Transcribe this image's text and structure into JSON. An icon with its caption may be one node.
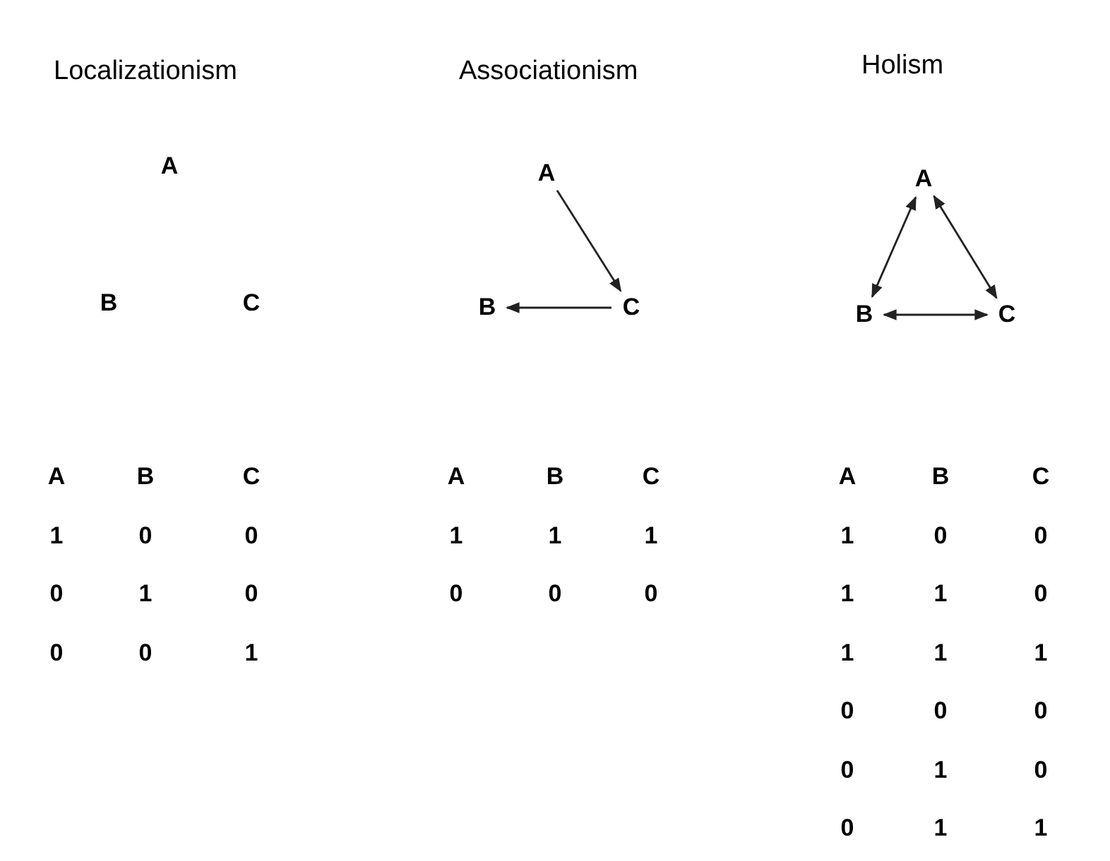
{
  "diagram": {
    "nodes": [
      {
        "text": [
          "A"
        ]
      },
      {
        "text": [
          "B"
        ]
      },
      {
        "text": [
          "C"
        ]
      },
      {
        "text": [
          "A"
        ]
      },
      {
        "text": [
          "B"
        ]
      },
      {
        "text": [
          "C"
        ]
      },
      {
        "text": [
          "A"
        ]
      },
      {
        "text": [
          "B"
        ]
      },
      {
        "text": [
          "C"
        ]
      }
    ],
    "edges": [
      {
        "from": 3,
        "to": 5,
        "arrow": "to"
      },
      {
        "from": 5,
        "to": 4,
        "arrow": "to"
      },
      {
        "from": 6,
        "to": 7,
        "arrow": "both"
      },
      {
        "from": 6,
        "to": 8,
        "arrow": "both"
      },
      {
        "from": 7,
        "to": 8,
        "arrow": "both"
      }
    ],
    "labels": [
      "Localizationism",
      "Associationism",
      "Holism",
      "A",
      "B",
      "C",
      "1",
      "0",
      "0",
      "0",
      "1",
      "0",
      "0",
      "0",
      "1",
      "A",
      "B",
      "C",
      "1",
      "1",
      "1",
      "0",
      "0",
      "0",
      "A",
      "B",
      "C",
      "1",
      "0",
      "0",
      "1",
      "1",
      "0",
      "1",
      "1",
      "1",
      "0",
      "0",
      "0",
      "0",
      "1",
      "0",
      "0",
      "1",
      "1"
    ]
  }
}
